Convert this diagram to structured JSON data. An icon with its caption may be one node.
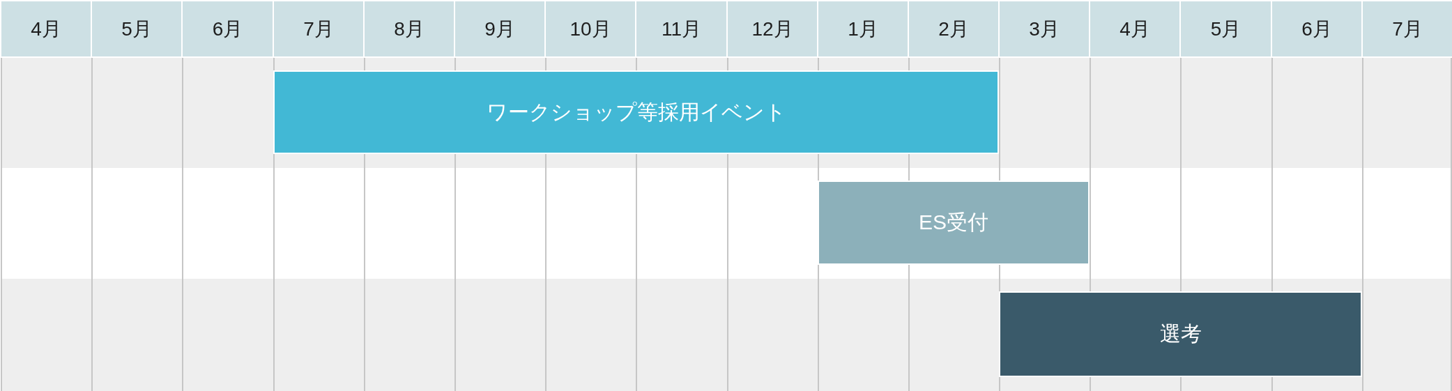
{
  "diagram": {
    "nodes": [
      {
        "text": [
          "ワークショップ等採用イベント"
        ]
      },
      {
        "text": [
          "ES受付"
        ]
      },
      {
        "text": [
          "選考"
        ]
      }
    ],
    "labels": [
      "4月",
      "5月",
      "6月",
      "7月",
      "8月",
      "9月",
      "10月",
      "11月",
      "12月",
      "1月",
      "2月",
      "3月",
      "4月",
      "5月",
      "6月",
      "7月"
    ]
  }
}
